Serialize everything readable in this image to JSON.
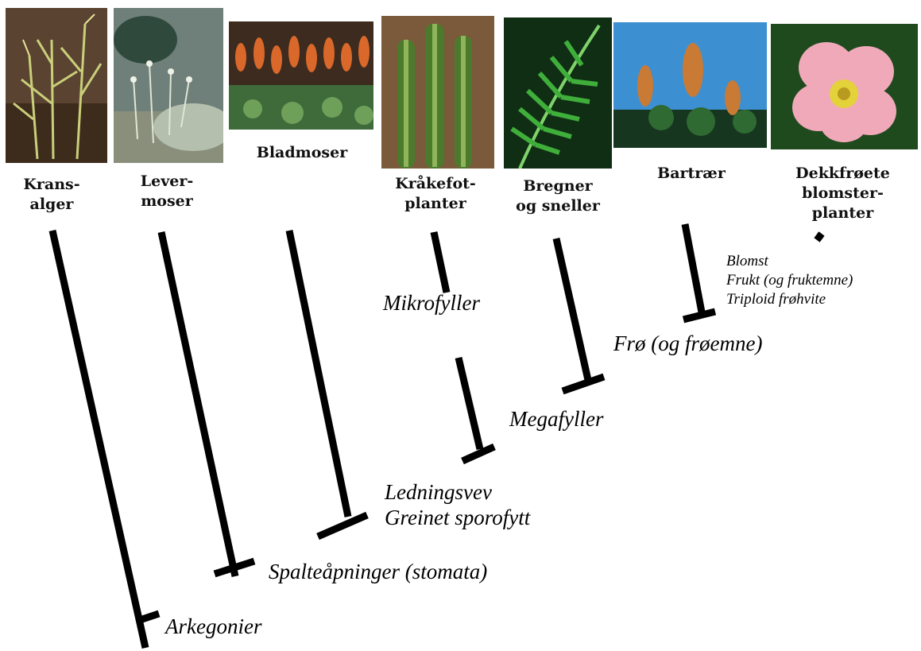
{
  "taxa": [
    {
      "id": "kransalger",
      "label": "Krans-\nalger",
      "photo": "green stonewort algae on brown background"
    },
    {
      "id": "levermoser",
      "label": "Lever-\nmoser",
      "photo": "liverwort with stalks"
    },
    {
      "id": "bladmoser",
      "label": "Bladmoser",
      "photo": "orange moss capsules"
    },
    {
      "id": "kraakefot",
      "label": "Kråkefot-\nplanter",
      "photo": "clubmoss"
    },
    {
      "id": "bregner",
      "label": "Bregner\nog sneller",
      "photo": "fern frond"
    },
    {
      "id": "bartraer",
      "label": "Bartrær",
      "photo": "spruce cones on blue sky"
    },
    {
      "id": "dekkfroete",
      "label": "Dekkfrøete\nblomster-\nplanter",
      "photo": "pink dog rose"
    }
  ],
  "traits": {
    "arkegonier": "Arkegonier",
    "spalteapninger": "Spalteåpninger (stomata)",
    "ledningsvev": "Ledningsvev\nGreinet sporofytt",
    "mikrofyller": "Mikrofyller",
    "megafyller": "Megafyller",
    "fro": "Frø (og frøemne)",
    "blomst": "Blomst\nFrukt (og fruktemne)\nTriploid frøhvite"
  },
  "colors": {
    "line": "#000000",
    "background": "#ffffff"
  }
}
